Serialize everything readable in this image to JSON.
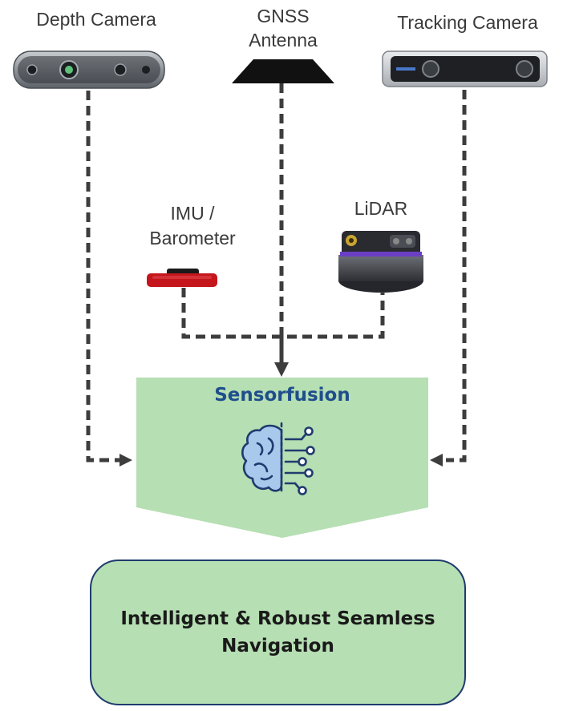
{
  "sensors": {
    "depth_camera": "Depth Camera",
    "gnss_line1": "GNSS",
    "gnss_line2": "Antenna",
    "tracking_camera": "Tracking Camera",
    "imu_line1": "IMU /",
    "imu_line2": "Barometer",
    "lidar": "LiDAR"
  },
  "fusion": {
    "title": "Sensorfusion",
    "icon": "brain-circuit-icon"
  },
  "output": {
    "label": "Intelligent & Robust Seamless Navigation"
  },
  "colors": {
    "fusion_fill": "#b6dfb3",
    "fusion_title": "#1f4e8c",
    "connector": "#3d3d3d",
    "imu_red": "#c4161c",
    "lidar_purple": "#5b3fa0"
  }
}
